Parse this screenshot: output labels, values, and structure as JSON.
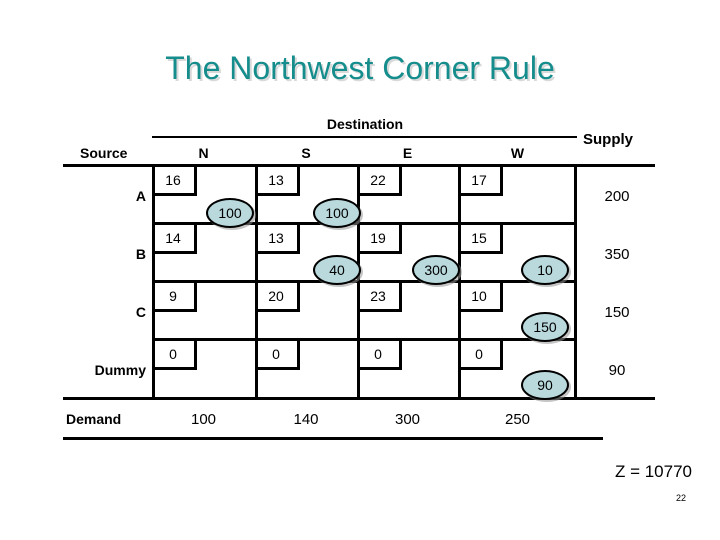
{
  "slide": {
    "title": "The Northwest Corner Rule",
    "page_number": "22",
    "objective": "Z = 10770",
    "title_color": "#168d8d",
    "allocation_color": "#b9d9dd"
  },
  "table": {
    "destination_header": "Destination",
    "supply_header": "Supply",
    "source_header": "Source",
    "demand_header": "Demand",
    "columns": [
      "N",
      "S",
      "E",
      "W"
    ],
    "rows": [
      {
        "label": "A",
        "supply": "200",
        "costs": [
          "16",
          "13",
          "22",
          "17"
        ],
        "allocations": [
          "100",
          "100",
          "",
          ""
        ]
      },
      {
        "label": "B",
        "supply": "350",
        "costs": [
          "14",
          "13",
          "19",
          "15"
        ],
        "allocations": [
          "",
          "40",
          "300",
          "10"
        ]
      },
      {
        "label": "C",
        "supply": "150",
        "costs": [
          "9",
          "20",
          "23",
          "10"
        ],
        "allocations": [
          "",
          "",
          "",
          "150"
        ]
      },
      {
        "label": "Dummy",
        "supply": "90",
        "costs": [
          "0",
          "0",
          "0",
          "0"
        ],
        "allocations": [
          "",
          "",
          "",
          "90"
        ]
      }
    ],
    "demand": [
      "100",
      "140",
      "300",
      "250"
    ]
  }
}
